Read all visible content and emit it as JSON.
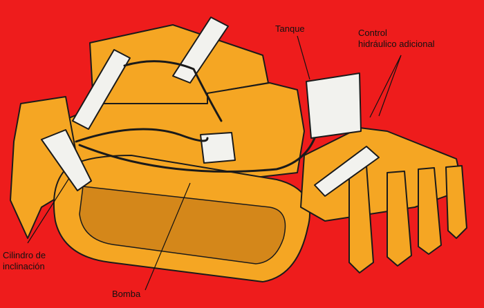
{
  "colors": {
    "background": "#ee1c1c",
    "machine": "#f5a623",
    "machine_dark": "#d4871a",
    "outline": "#1a1a1a",
    "components": "#f2f2ee",
    "hose": "#1a1a1a"
  },
  "labels": {
    "tanque": "Tanque",
    "control_line1": "Control",
    "control_line2": "hidráulico adicional",
    "cilindro_line1": "Cilindro de",
    "cilindro_line2": "inclinación",
    "bomba": "Bomba"
  }
}
